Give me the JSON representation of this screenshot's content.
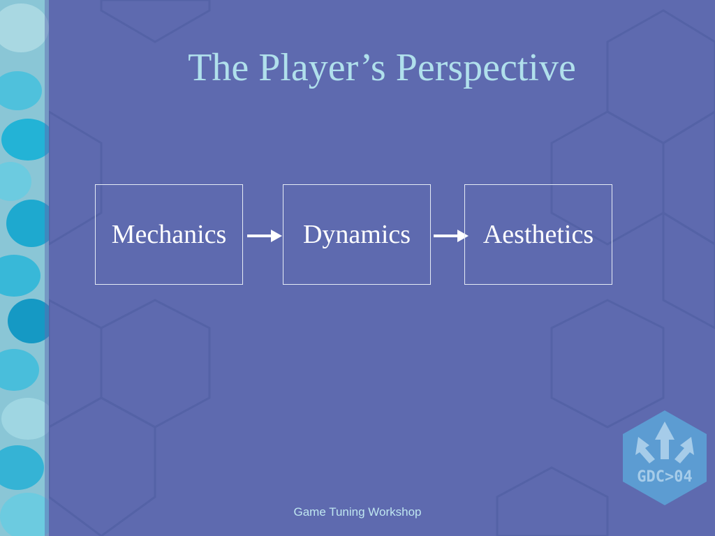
{
  "slide": {
    "title": "The Player’s Perspective",
    "footer": "Game Tuning Workshop"
  },
  "diagram": {
    "boxes": [
      "Mechanics",
      "Dynamics",
      "Aesthetics"
    ],
    "connectors": [
      "right-arrow",
      "right-arrow"
    ]
  },
  "logo": {
    "text": "GDC>04",
    "icon": "gdc-arrows-logo"
  },
  "colors": {
    "background": "#5e6aaf",
    "title": "#b0e0ec",
    "box_text": "#ffffff",
    "sidebar_accent": "#29b6d8"
  }
}
